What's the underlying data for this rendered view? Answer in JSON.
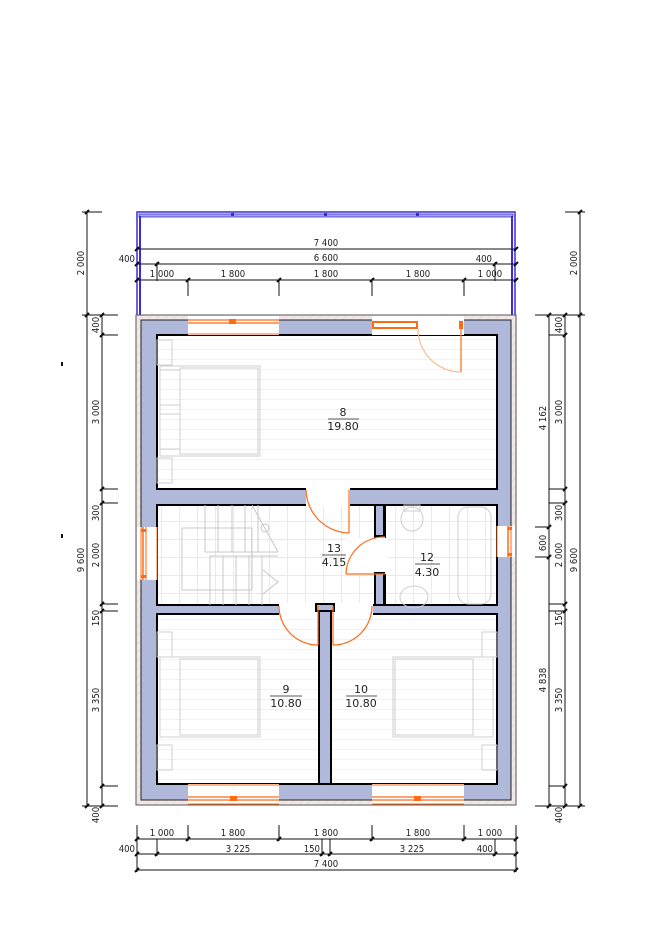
{
  "plan": {
    "title": "Floor plan — upper floor",
    "colors": {
      "wall_fill": "#b0b9d9",
      "wall_stroke": "#000000",
      "door_window": "#ff6a13",
      "balcony": "#3b2dd6",
      "furniture": "#cfcfcf",
      "dim_line": "#111111"
    },
    "rooms": [
      {
        "number": "8",
        "area": "19.80"
      },
      {
        "number": "9",
        "area": "10.80"
      },
      {
        "number": "10",
        "area": "10.80"
      },
      {
        "number": "12",
        "area": "4.30"
      },
      {
        "number": "13",
        "area": "4.15"
      }
    ],
    "top_dimensions": {
      "overall": "7 400",
      "inner": "6 600",
      "offset_left": "400",
      "offset_right": "400",
      "chain": [
        "1 000",
        "1 800",
        "1 800",
        "1 800",
        "1 000"
      ],
      "balcony_depth": "2 000"
    },
    "bottom_dimensions": {
      "chain_top": [
        "1 000",
        "1 800",
        "1 800",
        "1 800",
        "1 000"
      ],
      "chain_mid": [
        "400",
        "3 225",
        "150",
        "3 225",
        "400"
      ],
      "overall": "7 400"
    },
    "left_dimensions": {
      "overall": "9 600",
      "chain": [
        "400",
        "3 000",
        "300",
        "2 000",
        "150",
        "3 350",
        "400"
      ],
      "balcony_depth": "2 000"
    },
    "right_dimensions": {
      "overall": "9 600",
      "chain": [
        "400",
        "3 000",
        "300",
        "2 000",
        "150",
        "3 350",
        "400"
      ],
      "sub": [
        "4 162",
        "600",
        "4 838"
      ],
      "balcony_depth": "2 000"
    }
  }
}
